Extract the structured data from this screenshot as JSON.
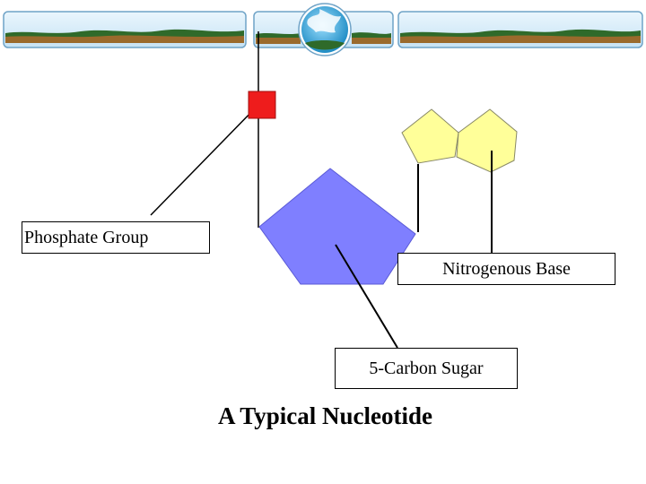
{
  "banner": {
    "colors": {
      "sky": "#d4ecfa",
      "sky_edge": "#6fa3c7",
      "land": "#9a6a2c",
      "grass": "#2f6a2a",
      "globe": "#39a7d8"
    }
  },
  "diagram": {
    "colors": {
      "phosphate": "#ee1c1c",
      "sugar": "#7f7fff",
      "base": "#ffff99",
      "lines": "#000000"
    },
    "labels": {
      "phosphate": "Phosphate Group",
      "base": "Nitrogenous Base",
      "sugar": "5-Carbon Sugar"
    },
    "caption": "A Typical Nucleotide"
  }
}
